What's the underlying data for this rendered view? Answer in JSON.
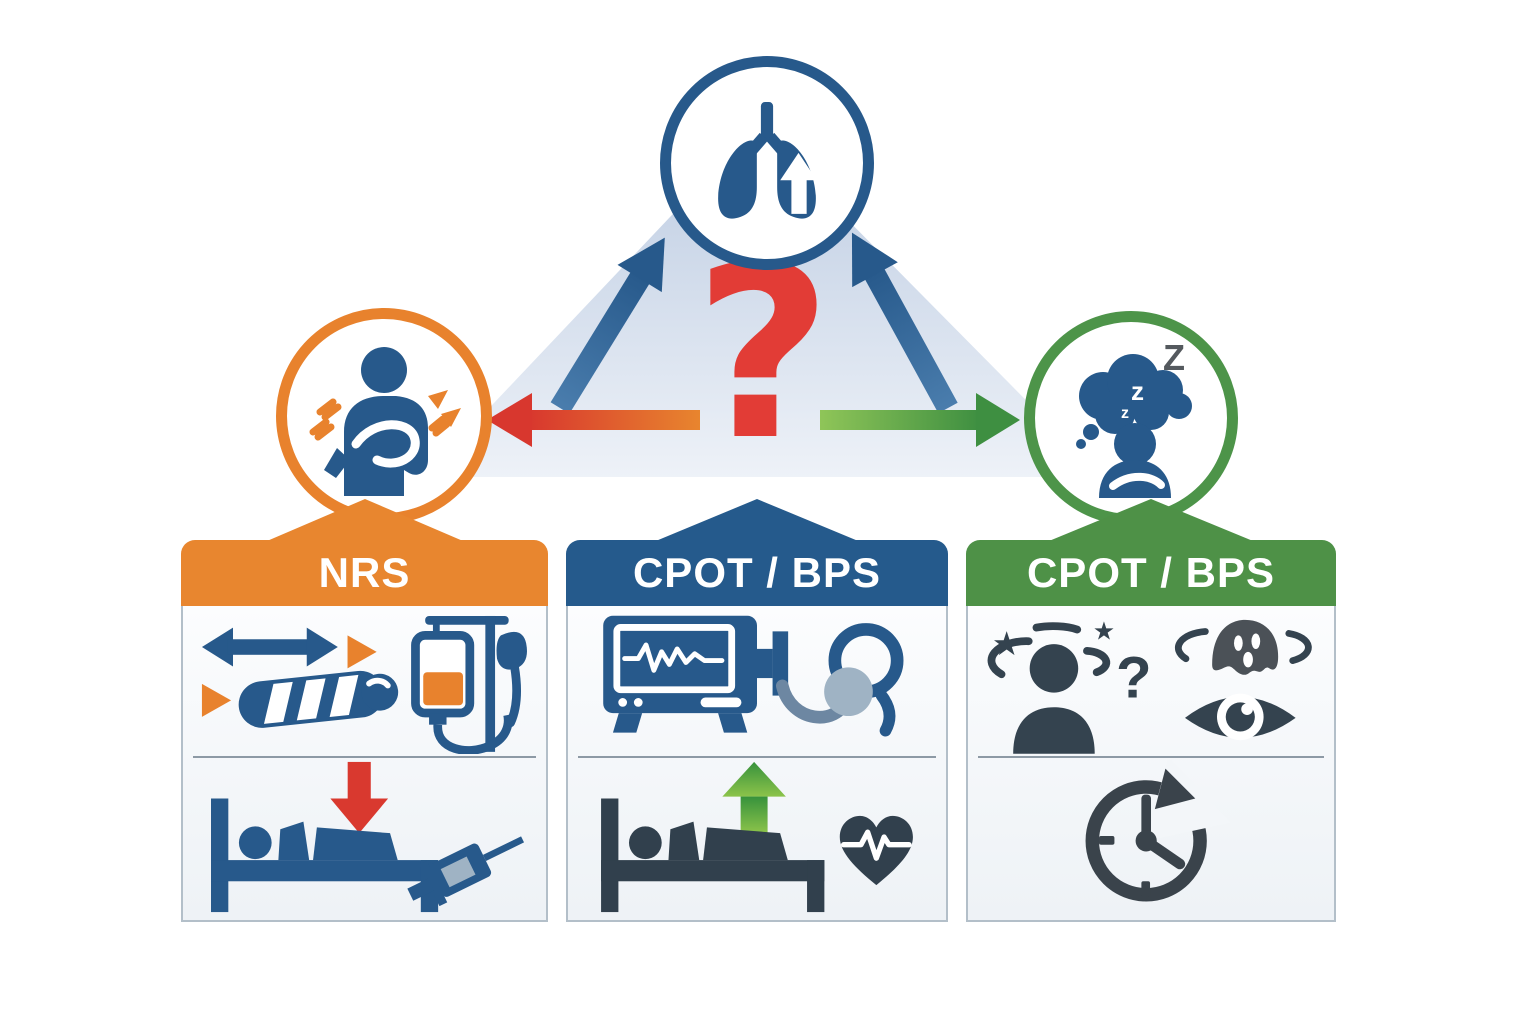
{
  "title": "pain-agitation-delirium-assessment-diagram",
  "center": {
    "question_mark": "?"
  },
  "nodes": {
    "top": {
      "icon": "lungs-ventilation-icon",
      "ring_color": "#27598b"
    },
    "left": {
      "icon": "pain-patient-icon",
      "ring_color": "#e8822d"
    },
    "right": {
      "icon": "sedation-sleep-patient-icon",
      "ring_color": "#4d9449"
    }
  },
  "arrows": {
    "up_left": {
      "icon": "up-arrow-icon",
      "color": "#2e6397"
    },
    "up_right": {
      "icon": "up-arrow-icon",
      "color": "#2e6397"
    },
    "to_left": {
      "icon": "left-arrow-icon",
      "colors": [
        "#d8372e",
        "#e8852e"
      ]
    },
    "to_right": {
      "icon": "right-arrow-icon",
      "colors": [
        "#8fc558",
        "#3e8f41"
      ]
    }
  },
  "panels": [
    {
      "id": "nrs",
      "header": "NRS",
      "accent": "#e8862f",
      "rows": [
        {
          "icons": [
            "left-right-arrow-icon",
            "orange-triangle-icon",
            "orange-triangle-icon",
            "bandage-icon",
            "iv-drip-icon"
          ]
        },
        {
          "icons": [
            "red-down-arrow-icon",
            "patient-in-bed-icon",
            "syringe-icon"
          ]
        }
      ]
    },
    {
      "id": "cpot-bps-vent",
      "header": "CPOT / BPS",
      "accent": "#255a8c",
      "rows": [
        {
          "icons": [
            "ventilator-monitor-icon",
            "oxygen-mask-icon"
          ]
        },
        {
          "icons": [
            "green-up-arrow-icon",
            "patient-in-bed-icon",
            "heart-ecg-icon"
          ]
        }
      ]
    },
    {
      "id": "cpot-bps-delirium",
      "header": "CPOT / BPS",
      "accent": "#4e9147",
      "rows": [
        {
          "icons": [
            "dizzy-person-icon",
            "question-glyph",
            "hallucination-ghost-icon",
            "eye-icon"
          ]
        },
        {
          "icons": [
            "clock-history-icon"
          ]
        }
      ]
    }
  ],
  "glyphs": {
    "question_small": "?",
    "sleep_z_small": "z",
    "sleep_z_tiny": "z",
    "sleep_z_large": "Z",
    "star_large": "★",
    "star_small": "★"
  },
  "colors": {
    "blue_primary": "#27598b",
    "orange": "#e8862f",
    "green": "#4e9147",
    "red_question": "#e23c36",
    "red_arrow": "#d9392f",
    "navy_dark": "#31404d",
    "slate_icon": "#34434f",
    "steel_light": "#9fb3c4",
    "beam_top": "#c6d3e6",
    "beam_bottom": "#eef2f8",
    "panel_border": "#b3bfc9",
    "divider": "#8d9aa5"
  }
}
